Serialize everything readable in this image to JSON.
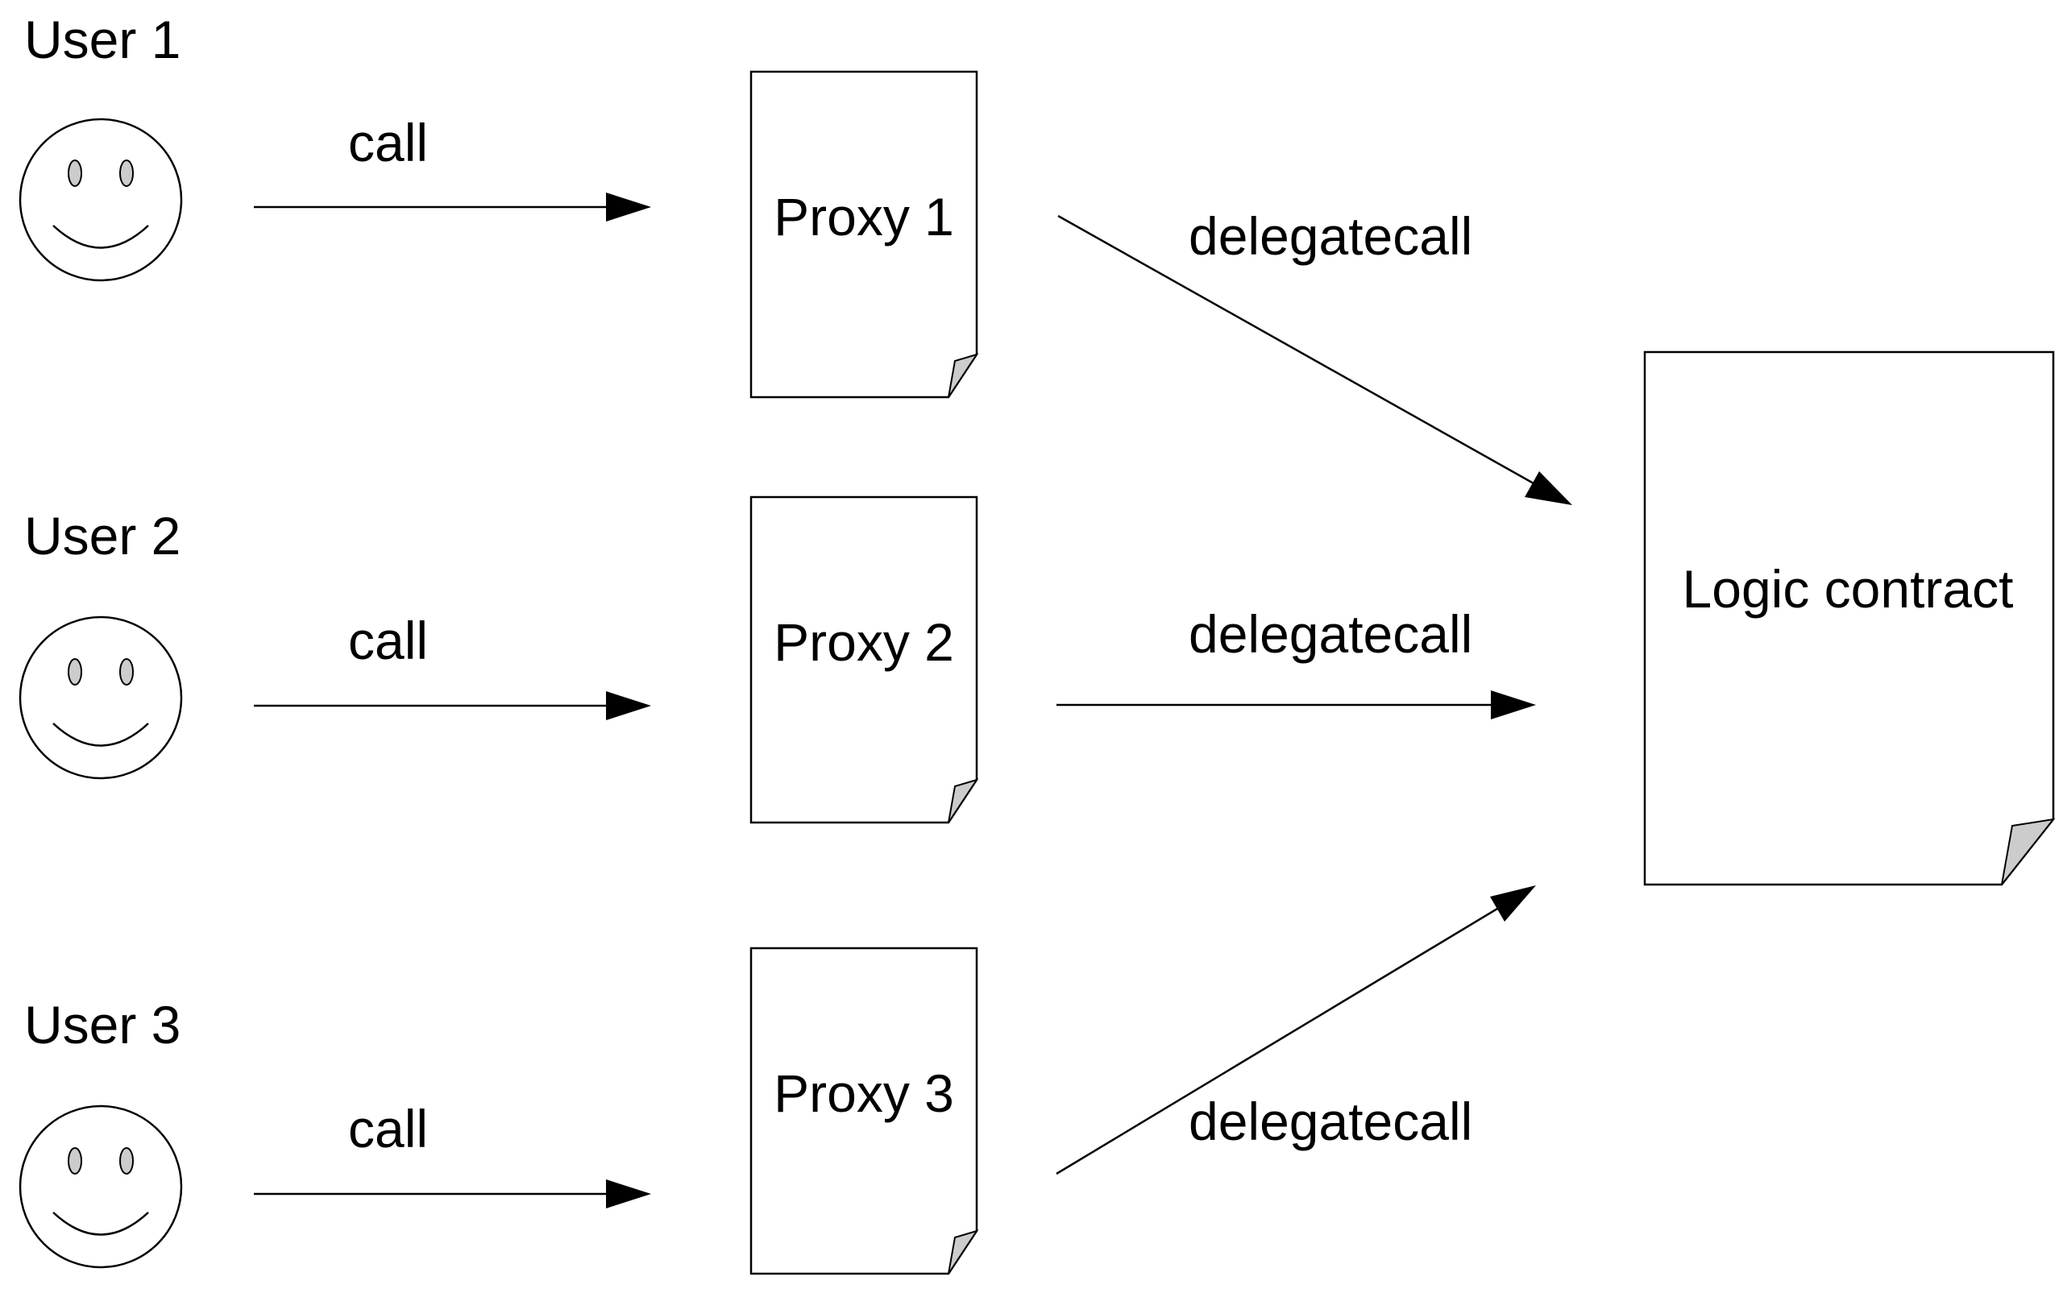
{
  "users": [
    {
      "label": "User 1"
    },
    {
      "label": "User 2"
    },
    {
      "label": "User 3"
    }
  ],
  "proxies": [
    {
      "label": "Proxy 1"
    },
    {
      "label": "Proxy 2"
    },
    {
      "label": "Proxy 3"
    }
  ],
  "logic": {
    "label": "Logic contract"
  },
  "edges": {
    "call": [
      "call",
      "call",
      "call"
    ],
    "delegatecall": [
      "delegatecall",
      "delegatecall",
      "delegatecall"
    ]
  },
  "icons": {
    "user": "smiley-face-icon",
    "document": "document-icon"
  },
  "colors": {
    "stroke": "#000000",
    "fold": "#cccccc",
    "eye": "#cccccc",
    "background": "#ffffff"
  }
}
